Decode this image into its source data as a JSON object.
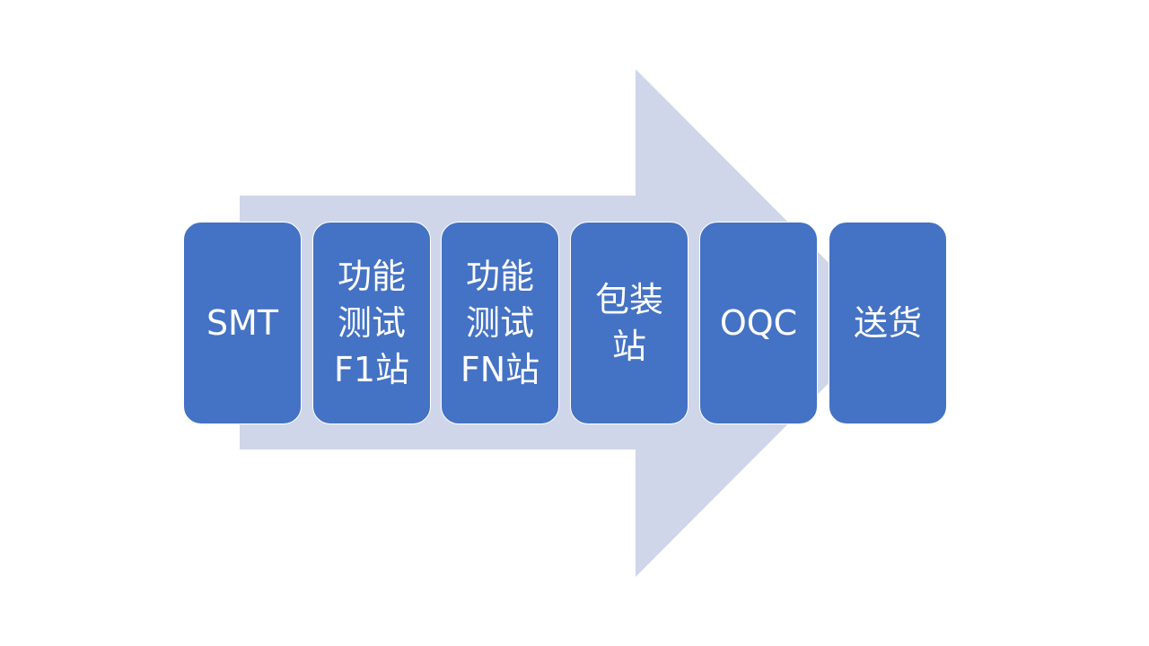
{
  "colors": {
    "arrow_fill": "#cfd6ea",
    "step_fill": "#4472c4",
    "step_text": "#ffffff"
  },
  "steps": [
    {
      "lines": [
        "SMT"
      ]
    },
    {
      "lines": [
        "功能",
        "测试",
        "F1站"
      ]
    },
    {
      "lines": [
        "功能",
        "测试",
        "FN站"
      ]
    },
    {
      "lines": [
        "包装",
        "站"
      ]
    },
    {
      "lines": [
        "OQC"
      ]
    },
    {
      "lines": [
        "送货"
      ]
    }
  ]
}
